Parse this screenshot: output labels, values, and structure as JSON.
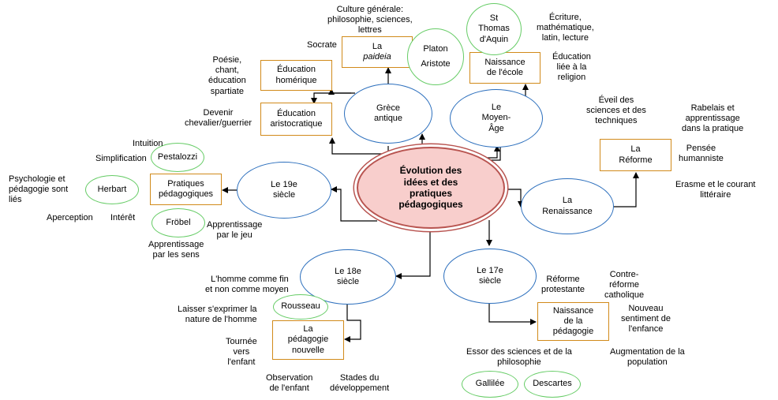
{
  "center": "Évolution des\nidées et des\npratiques\npédagogiques",
  "greece": {
    "title": "Grèce\nantique",
    "paideia_l1": "La",
    "paideia_l2": "paideia",
    "homerique": "Éducation\nhomérique",
    "aristocratique": "Éducation\naristocratique",
    "culture": "Culture générale:\nphilosophie, sciences,\nlettres",
    "socrate": "Socrate",
    "platon": "Platon",
    "aristote": "Aristote",
    "poesie": "Poésie,\nchant,\néducation\nspartiate",
    "devenir": "Devenir\nchevalier/guerrier"
  },
  "moyen_age": {
    "title": "Le\nMoyen-\nÂge",
    "naissance_ecole": "Naissance\nde l'école",
    "thomas": "St\nThomas\nd'Aquin",
    "ecriture": "Écriture,\nmathématique,\nlatin, lecture",
    "religion": "Éducation\nliée à la\nreligion"
  },
  "renaissance": {
    "title": "La\nRenaissance",
    "reforme": "La\nRéforme",
    "eveil": "Éveil des\nsciences et des\ntechniques",
    "rabelais": "Rabelais et\napprentissage\ndans la pratique",
    "humaniste": "Pensée\nhumanniste",
    "erasme": "Erasme et le courant\nlittéraire"
  },
  "siecle19": {
    "title": "Le 19e\nsiècle",
    "pratiques": "Pratiques\npédagogiques",
    "pestalozzi": "Pestalozzi",
    "herbart": "Herbart",
    "frobel": "Fröbel",
    "intuition": "Intuition",
    "simplification": "Simplification",
    "psychologie": "Psychologie et\npédagogie sont\nliés",
    "aperception": "Aperception",
    "interet": "Intérêt",
    "apprentissage_jeu": "Apprentissage\npar le jeu",
    "apprentissage_sens": "Apprentissage\npar les sens"
  },
  "siecle18": {
    "title": "Le 18e\nsiècle",
    "pedagogie_nouvelle": "La\npédagogie\nnouvelle",
    "rousseau": "Rousseau",
    "homme_fin": "L'homme comme fin\net non comme moyen",
    "laisser": "Laisser s'exprimer la\nnature de l'homme",
    "tournee": "Tournée\nvers\nl'enfant",
    "observation": "Observation\nde l'enfant",
    "stades": "Stades du\ndéveloppement"
  },
  "siecle17": {
    "title": "Le 17e\nsiècle",
    "naissance_pedagogie": "Naissance\nde la\npédagogie",
    "reforme_protestante": "Réforme\nprotestante",
    "contre_reforme": "Contre-\nréforme\ncatholique",
    "nouveau_sentiment": "Nouveau\nsentiment de\nl'enfance",
    "essor": "Essor des sciences et de la\nphilosophie",
    "augmentation": "Augmentation de la\npopulation",
    "gallilee": "Gallilée",
    "descartes": "Descartes"
  },
  "colors": {
    "blue": "#2c6fbd",
    "green": "#66cc66",
    "orange": "#d18a1a",
    "center_fill": "#f8cecc",
    "center_border": "#b85450"
  }
}
